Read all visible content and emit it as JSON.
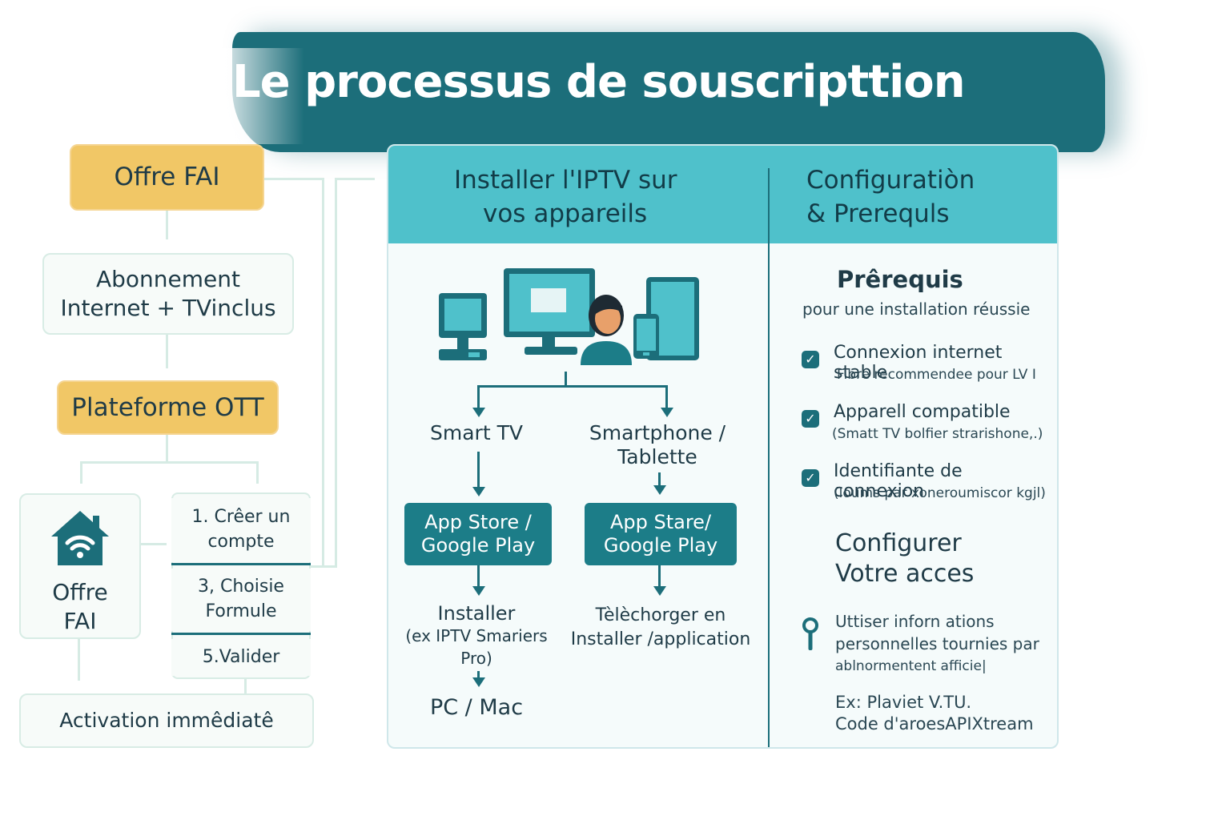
{
  "title": "Le processus de souscripttion",
  "left_flow": {
    "offre_fai_top": "Offre FAI",
    "abonnement_line1": "Abonnement",
    "abonnement_line2": "Internet + TVinclus",
    "plateforme_ott": "Plateforme OTT",
    "offre_fai_bottom_line1": "Offre",
    "offre_fai_bottom_line2": "FAI",
    "steps": [
      {
        "line1": "1. Crêer un",
        "line2": "compte"
      },
      {
        "line1": "3, Choisie",
        "line2": "Formule"
      },
      {
        "line1": "5.Valider",
        "line2": ""
      }
    ],
    "activation": "Activation immêdiatê"
  },
  "install": {
    "header_line1": "Installer l'IPTV sur",
    "header_line2": "vos appareils",
    "smart_tv": "Smart TV",
    "smartphone_line1": "Smartphone /",
    "smartphone_line2": "Tablette",
    "store_left_line1": "App Store /",
    "store_left_line2": "Google Play",
    "store_right_line1": "App Stare/",
    "store_right_line2": "Google Play",
    "install_left_line1": "Installer",
    "install_left_line2": "(ex IPTV Smariers",
    "install_left_line3": "Pro)",
    "pc_mac": "PC / Mac",
    "install_right_line1": "Tèlèchorger en",
    "install_right_line2": "Installer /application"
  },
  "config": {
    "header_line1": "Configuratiòn",
    "header_line2": "& Prerequls",
    "prereq_title": "Prêrequis",
    "prereq_sub": "pour une installation réussie",
    "items": [
      {
        "title": "Connexion internet stable",
        "sub": "Fibre recommendee pour LV I"
      },
      {
        "title": "Apparell compatible",
        "sub": "(Smatt TV bolfier strarishone,.)"
      },
      {
        "title": "Identifiante de connexion",
        "sub": "(loums par xoneroumiscor kgjl)"
      }
    ],
    "configure_line1": "Configurer",
    "configure_line2": "Votre acces",
    "info_line1": "Uttiser inforn ations",
    "info_line2": "personnelles tournies par",
    "info_line3": "ablnormentent afficie|",
    "example_line1": "Ex: Plaviet V.TU.",
    "example_line2": "Code d'aroesAPIXtream"
  },
  "colors": {
    "teal_dark": "#1c6e7a",
    "teal_light": "#4fc1cb",
    "yellow": "#f1c766",
    "box_border": "#d8ece5"
  }
}
